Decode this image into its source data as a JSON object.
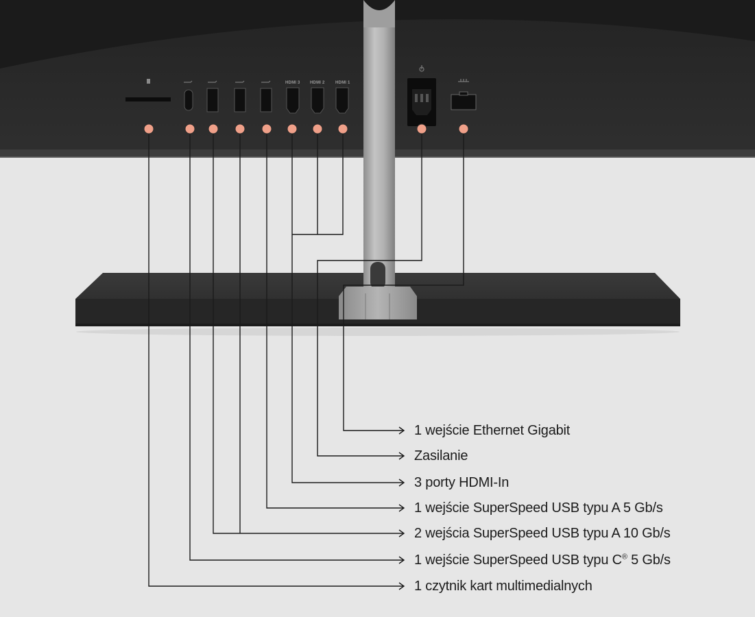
{
  "port_captions": {
    "hdmi_3": "HDMI 3",
    "hdmi_2": "HDMI 2",
    "hdmi_1": "HDMI 1"
  },
  "callouts": {
    "ethernet": "1 wejście Ethernet Gigabit",
    "power": "Zasilanie",
    "hdmi": "3 porty HDMI-In",
    "usb_a_5": "1 wejście SuperSpeed USB typu A 5 Gb/s",
    "usb_a_10": "2 wejścia SuperSpeed USB typu A 10 Gb/s",
    "usb_c_pre": "1 wejście SuperSpeed USB typu C",
    "usb_c_reg": "®",
    "usb_c_post": " 5 Gb/s",
    "card_reader": "1 czytnik kart multimedialnych"
  },
  "colors": {
    "background": "#e6e6e6",
    "monitor_body": "#2a2a2a",
    "stand_base": "#2e2e2e",
    "stand_neck": "#a7a7a7",
    "marker_dot": "#f0a089",
    "leader_line": "#1b1b1b"
  }
}
